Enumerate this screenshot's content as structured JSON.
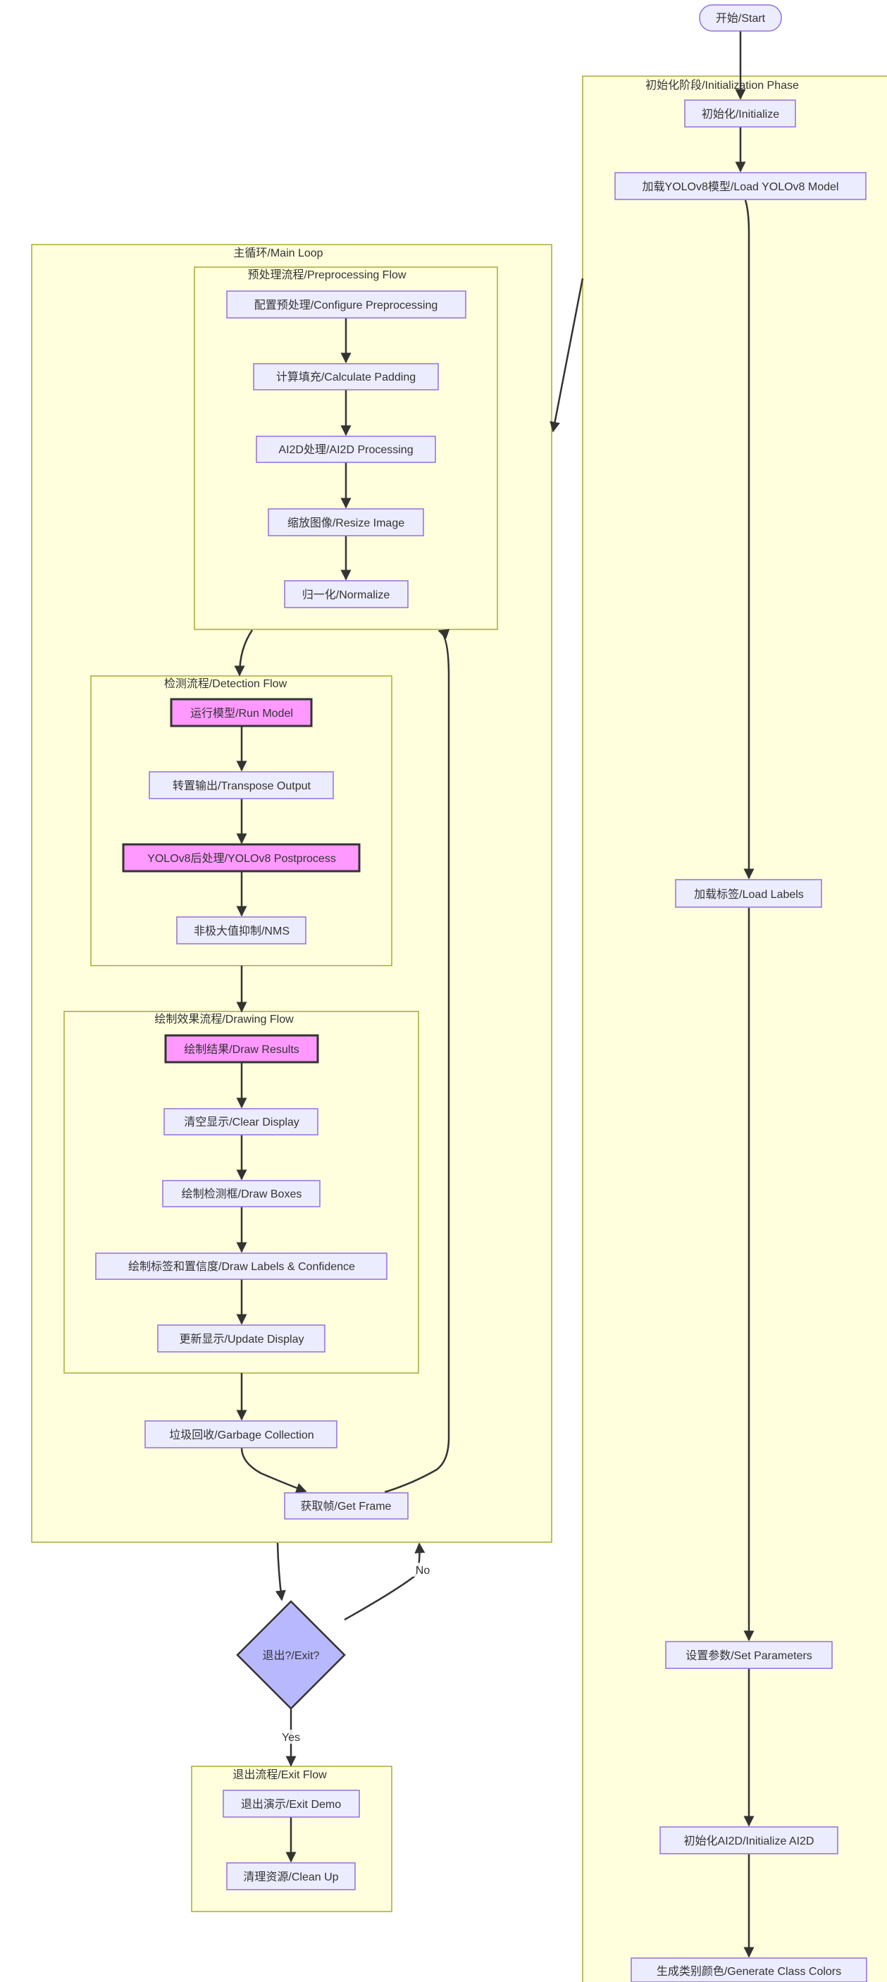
{
  "clusters": {
    "init": "初始化阶段/Initialization Phase",
    "main": "主循环/Main Loop",
    "pre": "预处理流程/Preprocessing Flow",
    "det": "检测流程/Detection Flow",
    "draw": "绘制效果流程/Drawing Flow",
    "exit": "退出流程/Exit Flow"
  },
  "nodes": {
    "start": "开始/Start",
    "init": "初始化/Initialize",
    "load_model": "加载YOLOv8模型/Load YOLOv8 Model",
    "load_labels": "加载标签/Load Labels",
    "set_params": "设置参数/Set Parameters",
    "init_ai2d": "初始化AI2D/Initialize AI2D",
    "gen_colors": "生成类别颜色/Generate Class Colors",
    "cfg_pre": "配置预处理/Configure Preprocessing",
    "calc_pad": "计算填充/Calculate Padding",
    "ai2d_proc": "AI2D处理/AI2D Processing",
    "resize": "缩放图像/Resize Image",
    "normalize": "归一化/Normalize",
    "run_model": "运行模型/Run Model",
    "transpose": "转置输出/Transpose Output",
    "postprocess": "YOLOv8后处理/YOLOv8 Postprocess",
    "nms": "非极大值抑制/NMS",
    "draw_results": "绘制结果/Draw Results",
    "clear_display": "清空显示/Clear Display",
    "draw_boxes": "绘制检测框/Draw Boxes",
    "draw_labels": "绘制标签和置信度/Draw Labels & Confidence",
    "update_display": "更新显示/Update Display",
    "gc": "垃圾回收/Garbage Collection",
    "get_frame": "获取帧/Get Frame",
    "exit_q": "退出?/Exit?",
    "exit_demo": "退出演示/Exit Demo",
    "cleanup": "清理资源/Clean Up"
  },
  "edges": {
    "yes": "Yes",
    "no": "No"
  },
  "colors": {
    "cluster_fill": "#ffffde",
    "cluster_stroke": "#aaaa33",
    "node_fill": "#ececff",
    "node_stroke": "#9370db",
    "highlight_fill": "#ff99ff",
    "decision_fill": "#b8b8ff",
    "line": "#333333"
  }
}
